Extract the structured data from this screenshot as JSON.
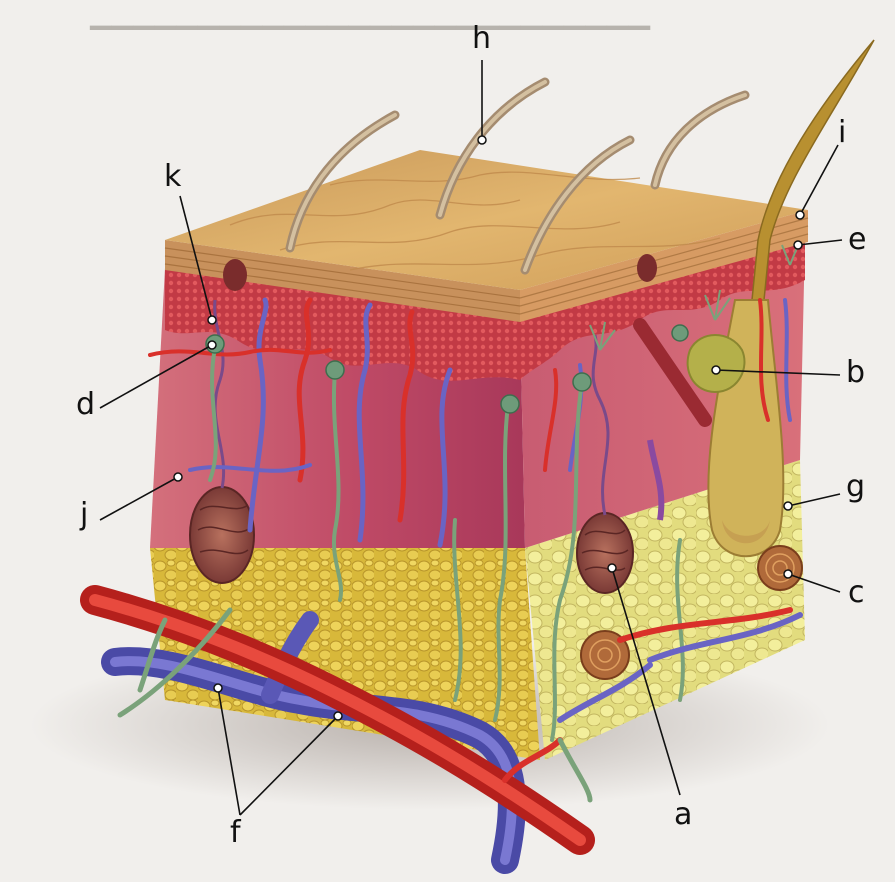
{
  "diagram": {
    "labels": {
      "a": "a",
      "b": "b",
      "c": "c",
      "d": "d",
      "e": "e",
      "f": "f",
      "g": "g",
      "h": "h",
      "i": "i",
      "j": "j",
      "k": "k"
    }
  },
  "colors": {
    "background": "#f1efec",
    "skin_surface": "#d9a862",
    "dermis": "#c45a6a",
    "fat": "#e3c64a",
    "artery": "#d42c24",
    "vein": "#5a58b6",
    "nerve": "#7fa77f"
  }
}
